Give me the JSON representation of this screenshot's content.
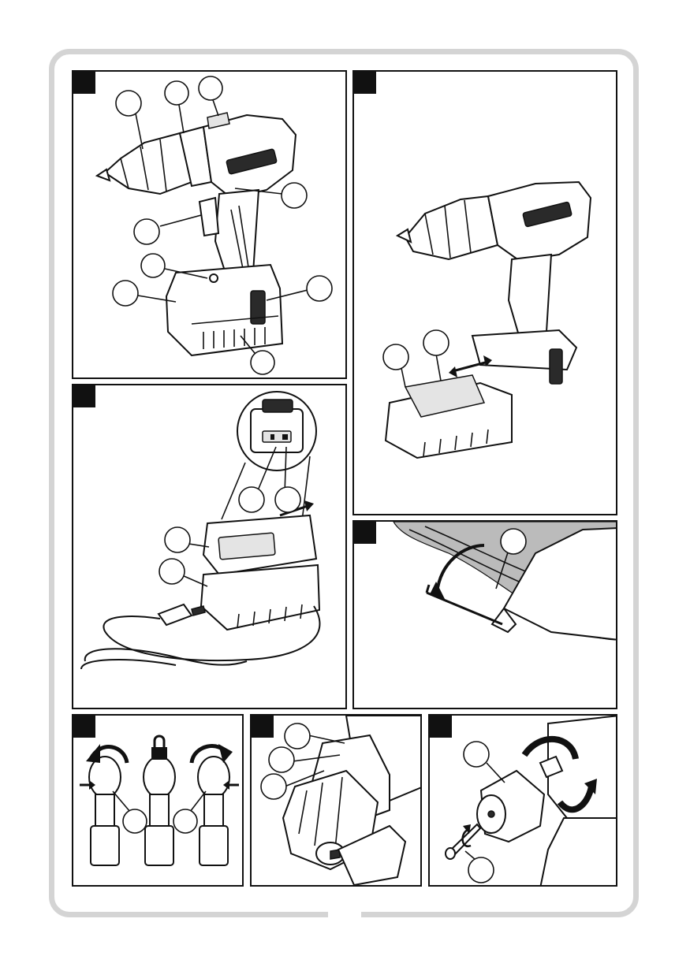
{
  "panels": [
    {
      "id": "A",
      "tag_label": ""
    },
    {
      "id": "B",
      "tag_label": ""
    },
    {
      "id": "C",
      "tag_label": ""
    },
    {
      "id": "D",
      "tag_label": ""
    },
    {
      "id": "E",
      "tag_label": ""
    },
    {
      "id": "F",
      "tag_label": ""
    },
    {
      "id": "G",
      "tag_label": ""
    }
  ],
  "colors": {
    "frame": "#d4d4d4",
    "ink": "#111111",
    "tag": "#111111"
  },
  "icons": [
    "padlock-icon",
    "rotate-left-arrow-icon",
    "rotate-right-arrow-icon",
    "push-arrow-icon",
    "slide-arrow-icon"
  ]
}
